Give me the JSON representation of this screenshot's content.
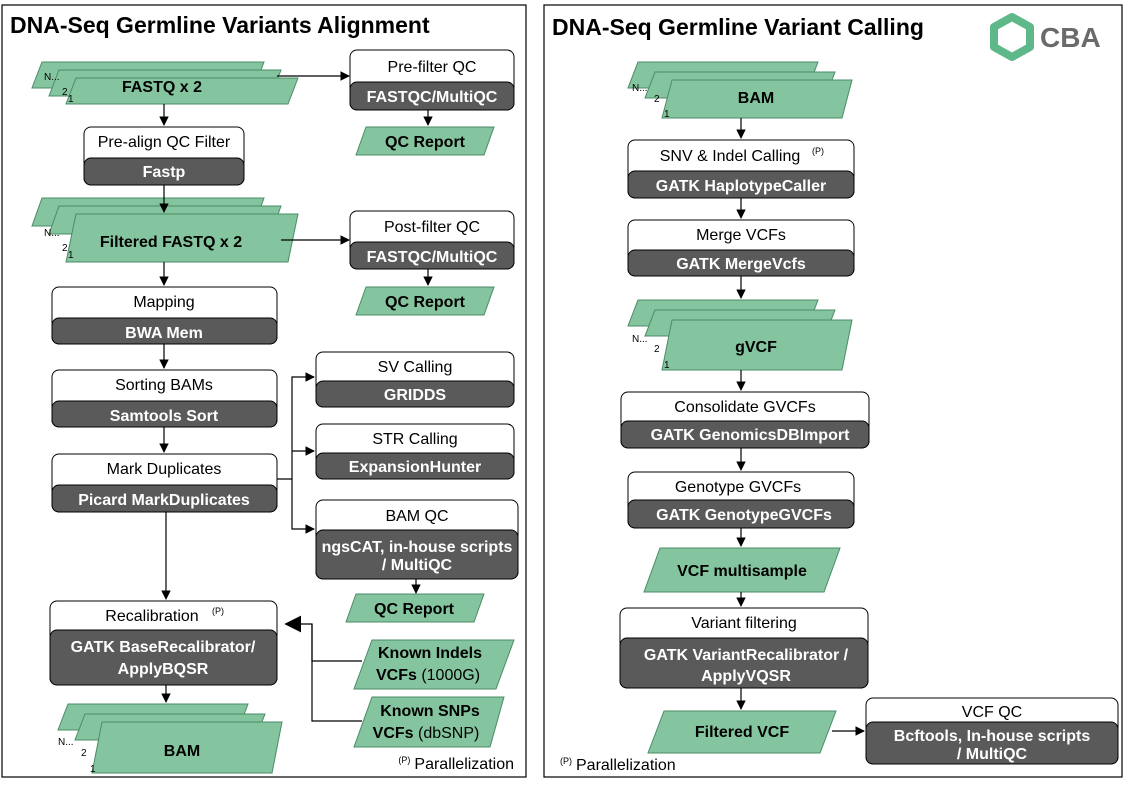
{
  "colors": {
    "data_fill": "#84c59f",
    "data_stroke": "#4a8c66",
    "tool_fill": "#5a5a5a",
    "logo": "#5fb889",
    "logo_text": "#6a6a6a"
  },
  "panels": {
    "left": {
      "title": "DNA-Seq Germline Variants Alignment"
    },
    "right": {
      "title": "DNA-Seq Germline Variant Calling"
    }
  },
  "logo": {
    "text": "CBA",
    "icon": "hexagon-icon"
  },
  "stack_labels": {
    "n": "N...",
    "two": "2",
    "one": "1"
  },
  "notes": {
    "sup": "(P)",
    "parallelization": "Parallelization"
  },
  "left": {
    "fastq": "FASTQ x 2",
    "prefilter": {
      "label": "Pre-filter QC",
      "tool": "FASTQC/MultiQC"
    },
    "qc_report_1": "QC Report",
    "prealign": {
      "label": "Pre-align QC Filter",
      "tool": "Fastp"
    },
    "filtered_fastq": "Filtered FASTQ x 2",
    "postfilter": {
      "label": "Post-filter QC",
      "tool": "FASTQC/MultiQC"
    },
    "qc_report_2": "QC Report",
    "mapping": {
      "label": "Mapping",
      "tool": "BWA Mem"
    },
    "sorting": {
      "label": "Sorting BAMs",
      "tool": "Samtools Sort"
    },
    "markdup": {
      "label": "Mark Duplicates",
      "tool": "Picard MarkDuplicates"
    },
    "sv": {
      "label": "SV Calling",
      "tool": "GRIDDS"
    },
    "str": {
      "label": "STR Calling",
      "tool": "ExpansionHunter"
    },
    "bamqc": {
      "label": "BAM QC",
      "tool_line1": "ngsCAT, in-house scripts",
      "tool_line2": "/ MultiQC"
    },
    "qc_report_3": "QC Report",
    "recal": {
      "label": "Recalibration",
      "tool_line1": "GATK BaseRecalibrator/",
      "tool_line2": "ApplyBQSR"
    },
    "known_indels": {
      "line1": "Known Indels",
      "line2_bold": "VCFs",
      "line2_rest": " (1000G)"
    },
    "known_snps": {
      "line1": "Known SNPs",
      "line2_bold": "VCFs",
      "line2_rest": " (dbSNP)"
    },
    "bam_out": "BAM"
  },
  "right": {
    "bam_in": "BAM",
    "snv": {
      "label": "SNV & Indel Calling",
      "tool": "GATK HaplotypeCaller"
    },
    "merge": {
      "label": "Merge VCFs",
      "tool": "GATK MergeVcfs"
    },
    "gvcf": "gVCF",
    "consolidate": {
      "label": "Consolidate GVCFs",
      "tool": "GATK GenomicsDBImport"
    },
    "genotype": {
      "label": "Genotype GVCFs",
      "tool": "GATK GenotypeGVCFs"
    },
    "vcf_multi": "VCF multisample",
    "varfilter": {
      "label": "Variant filtering",
      "tool_line1": "GATK VariantRecalibrator /",
      "tool_line2": "ApplyVQSR"
    },
    "filtered_vcf": "Filtered VCF",
    "vcfqc": {
      "label": "VCF QC",
      "tool_line1": "Bcftools, In-house scripts",
      "tool_line2": "/ MultiQC"
    }
  }
}
